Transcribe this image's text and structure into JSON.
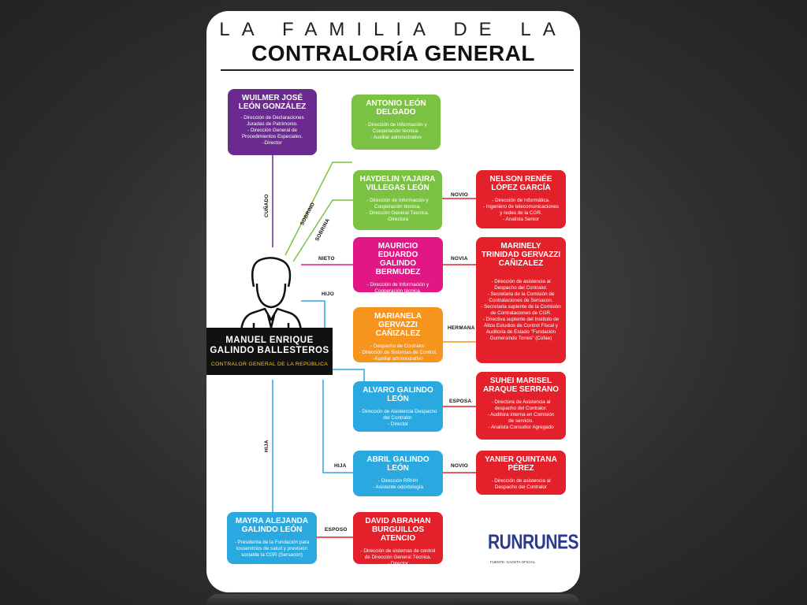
{
  "title_line1": "LA FAMILIA DE LA",
  "title_line2": "CONTRALORÍA GENERAL",
  "main_person": {
    "name_line1": "MANUEL ENRIQUE",
    "name_line2": "GALINDO BALLESTEROS",
    "role": "CONTRALOR GENERAL DE LA REPÚBLICA"
  },
  "people": {
    "wuilmer": {
      "name": "WUILMER JOSÉ\nLEÓN GONZÁLEZ",
      "desc": "- Dirección de Declaraciones\nJuradas de Patrimonio.\n- Dirección General de\nProcedimientos Especiales.\n-Director"
    },
    "antonio": {
      "name": "ANTONIO LEÓN\nDELGADO",
      "desc": "- Dirección de Información y\nCooperación técnica.\n- Auxiliar administrativo"
    },
    "haydelin": {
      "name": "HAYDELIN YAJAIRA\nVILLEGAS LEÓN",
      "desc": "- Dirección de Información y\nCooperación técnica.\n- Dirección General Técnica.\n-Directora"
    },
    "nelson": {
      "name": "NELSON RENÉE\nLÓPEZ GARCÍA",
      "desc": "- Dirección de Informática.\n- Ingeniero de telecomunicaciones\ny redes de la CGR.\n- Analista Senior"
    },
    "mauricio": {
      "name": "MAURICIO EDUARDO\nGALINDO BERMUDEZ",
      "desc": "- Dirección de Información y\nCooperación técnica.\n- Despacho del Contralor"
    },
    "marinely": {
      "name": "MARINELY\nTRINIDAD GERVAZZI\nCAÑIZALEZ",
      "desc": "- Dirección de asistencia al\nDespacho del Contralor.\n- Secretaria de la Comisión de\nContrataciones de Sersacon.\n- Secretaria suplente de la Comisión\nde Contrataciones de CGR.\n- Directiva suplente del Instituto de\nAltos Estudios de Control Fiscal y\nAuditoria de Estado \"Fundación\nGumersindo Torres\" (Cofae)"
    },
    "marianela": {
      "name": "MARIANELA\nGERVAZZI CAÑIZALEZ",
      "desc": "- Despacho de Contralor.\n- Dirección de Sistemas de Control.\n-Auxiliar administrativo"
    },
    "alvaro": {
      "name": "ALVARO GALINDO\nLEÓN",
      "desc": "- Dirección de Asistencia Despacho\ndel Contralor.\n- Director"
    },
    "suhei": {
      "name": "SUHEI MARISEL\nARAQUE SERRANO",
      "desc": "- Directora de Asistencia al\ndespacho del Contralor.\n- Auditora interna en Comisión\nde servicio.\n- Analista Consultor Agregado"
    },
    "abril": {
      "name": "ABRIL GALINDO\nLEÓN",
      "desc": "- Dirección RRHH\n- Asistente odontología"
    },
    "yanier": {
      "name": "YANIER QUINTANA\nPÉREZ",
      "desc": "- Dirección de asistencia al\nDespacho del Contralor"
    },
    "mayra": {
      "name": "MAYRA ALEJANDA\nGALINDO LEÓN",
      "desc": "- Presidenta de la Fundación para\nlosservicios de salud y previsión\nsocialde la CGR (Sersacon)"
    },
    "david": {
      "name": "DAVID ABRAHAN\nBURGUILLOS ATENCIO",
      "desc": "- Dirección de sistemas de control\nde Dirección General Técnica.\n- Director"
    }
  },
  "relations": {
    "cunado": "CUÑADO",
    "sobrino": "SOBRINO",
    "sobrina": "SOBRINA",
    "nieto": "NIETO",
    "hijo": "HIJO",
    "hermana": "HERMANA",
    "novio1": "NOVIO",
    "novia": "NOVIA",
    "esposa": "ESPOSA",
    "hija1": "HIJA",
    "novio2": "NOVIO",
    "hija2": "HIJA",
    "esposo": "ESPOSO"
  },
  "logo": "RUNRUNES",
  "source": "FUENTE: GACETA OFICIAL",
  "colors": {
    "purple": "#6a2a90",
    "green": "#7cc242",
    "red": "#e4202b",
    "pink": "#e01784",
    "orange": "#f7941d",
    "blue": "#29a9e0"
  },
  "icons": {
    "main_person": "person-silhouette-icon"
  }
}
